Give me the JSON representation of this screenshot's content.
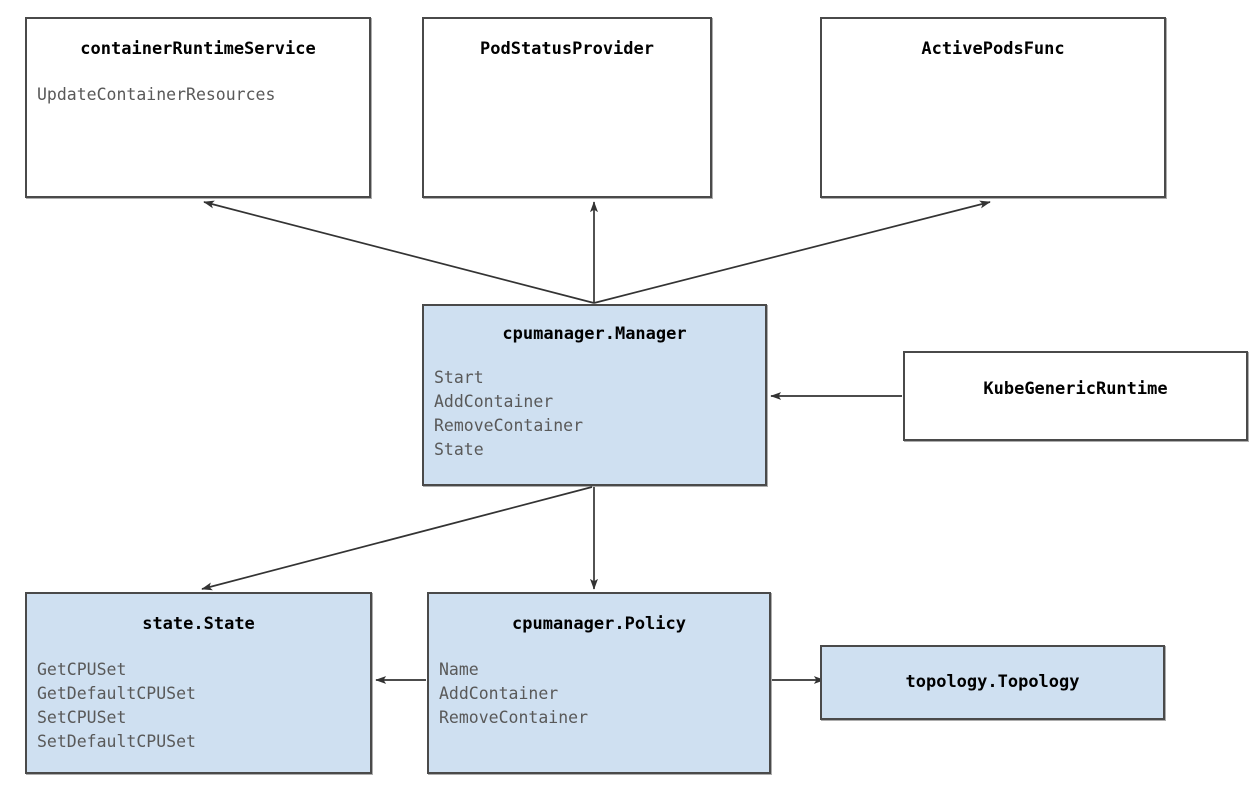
{
  "diagram": {
    "type": "uml-class-diagram",
    "background_color": "#ffffff",
    "fill_color": "#cfe0f1",
    "border_color": "#4a4a4a",
    "title_color": "#000000",
    "member_color": "#595959",
    "boxes": [
      {
        "id": "containerRuntimeService",
        "title": "containerRuntimeService",
        "members": "UpdateContainerResources",
        "filled": false
      },
      {
        "id": "PodStatusProvider",
        "title": "PodStatusProvider",
        "members": "",
        "filled": false
      },
      {
        "id": "ActivePodsFunc",
        "title": "ActivePodsFunc",
        "members": "",
        "filled": false
      },
      {
        "id": "cpumanager.Manager",
        "title": "cpumanager.Manager",
        "members": "Start\nAddContainer\nRemoveContainer\nState",
        "filled": true
      },
      {
        "id": "KubeGenericRuntime",
        "title": "KubeGenericRuntime",
        "members": "",
        "filled": false
      },
      {
        "id": "state.State",
        "title": "state.State",
        "members": "GetCPUSet\nGetDefaultCPUSet\nSetCPUSet\nSetDefaultCPUSet",
        "filled": true
      },
      {
        "id": "cpumanager.Policy",
        "title": "cpumanager.Policy",
        "members": "Name\nAddContainer\nRemoveContainer",
        "filled": true
      },
      {
        "id": "topology.Topology",
        "title": "topology.Topology",
        "members": "",
        "filled": true
      }
    ],
    "edges": [
      {
        "from": "cpumanager.Manager",
        "to": "containerRuntimeService",
        "arrow": "single"
      },
      {
        "from": "cpumanager.Manager",
        "to": "PodStatusProvider",
        "arrow": "single"
      },
      {
        "from": "cpumanager.Manager",
        "to": "ActivePodsFunc",
        "arrow": "single"
      },
      {
        "from": "KubeGenericRuntime",
        "to": "cpumanager.Manager",
        "arrow": "single"
      },
      {
        "from": "cpumanager.Manager",
        "to": "state.State",
        "arrow": "single"
      },
      {
        "from": "cpumanager.Manager",
        "to": "cpumanager.Policy",
        "arrow": "single"
      },
      {
        "from": "cpumanager.Policy",
        "to": "state.State",
        "arrow": "single"
      },
      {
        "from": "cpumanager.Policy",
        "to": "topology.Topology",
        "arrow": "single"
      }
    ]
  }
}
